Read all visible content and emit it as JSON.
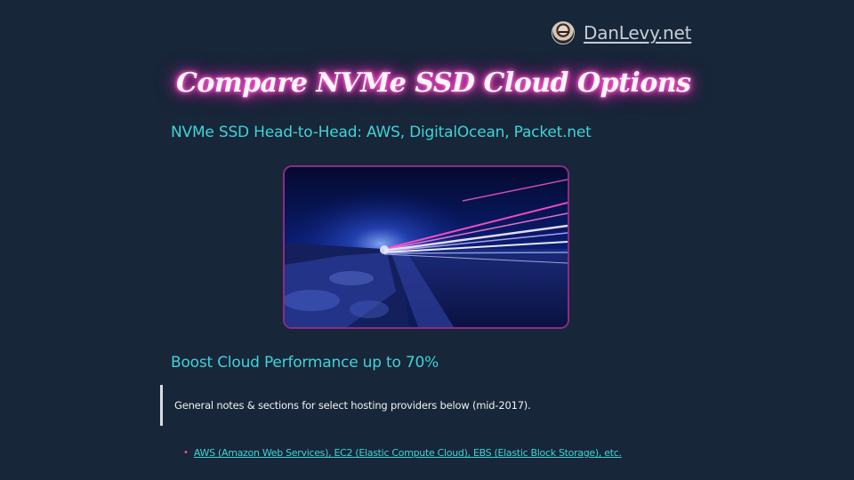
{
  "header": {
    "site_name": "DanLevy.net",
    "avatar_icon": "author-avatar"
  },
  "article": {
    "title": "Compare NVMe SSD Cloud Options",
    "subtitle": "NVMe SSD Head-to-Head: AWS, DigitalOcean, Packet.net",
    "hero_image_alt": "",
    "section_heading": "Boost Cloud Performance up to 70%",
    "note": "General notes & sections for select hosting providers below (mid-2017).",
    "toc": [
      {
        "label": "AWS (Amazon Web Services), EC2 (Elastic Compute Cloud), EBS (Elastic Block Storage), etc."
      }
    ]
  },
  "colors": {
    "background": "#172638",
    "accent_cyan": "#3fd3d9",
    "neon_pink": "#ff3cc8",
    "bullet_pink": "#ff4fa8",
    "image_border": "#8a2c86"
  }
}
